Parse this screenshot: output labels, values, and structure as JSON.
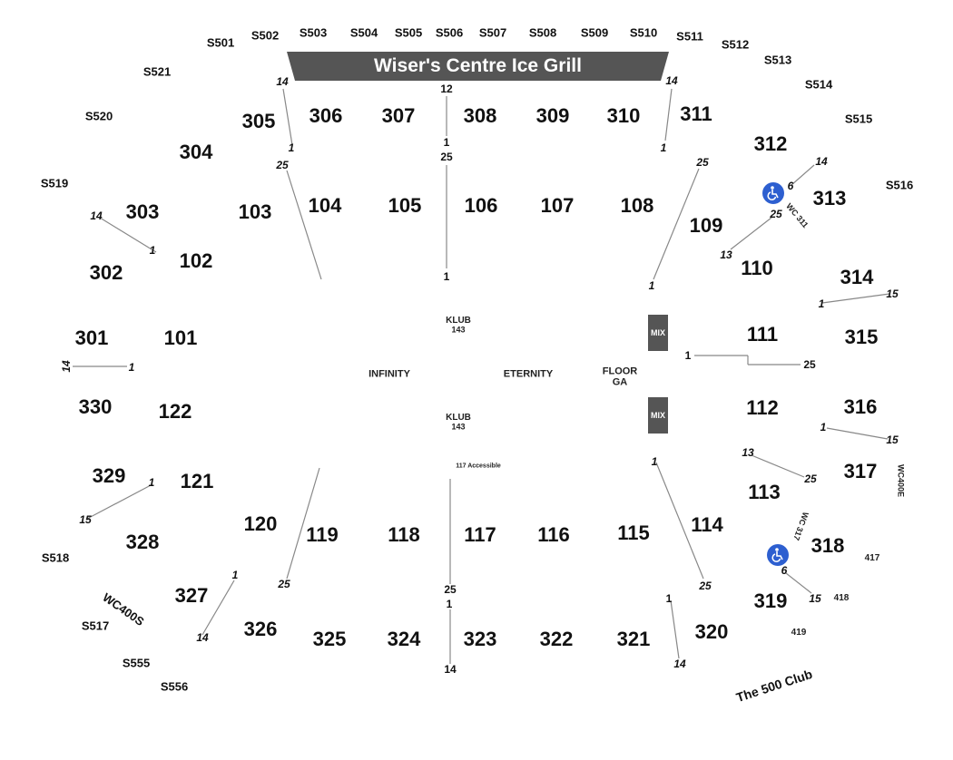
{
  "banner": {
    "title": "Wiser's Centre Ice Grill",
    "color": "#555555"
  },
  "floor": {
    "infinity": "INFINITY",
    "eternity": "ETERNITY",
    "floor_ga_1": "FLOOR",
    "floor_ga_2": "GA",
    "klub_top_1": "KLUB",
    "klub_top_2": "143",
    "klub_bottom_1": "KLUB",
    "klub_bottom_2": "143",
    "accessible_117": "117 Accessible",
    "mix_top": "MIX",
    "mix_bottom": "MIX"
  },
  "sections_100": [
    "101",
    "102",
    "103",
    "104",
    "105",
    "106",
    "107",
    "108",
    "109",
    "110",
    "111",
    "112",
    "113",
    "114",
    "115",
    "116",
    "117",
    "118",
    "119",
    "120",
    "121",
    "122"
  ],
  "sections_300": [
    "301",
    "302",
    "303",
    "304",
    "305",
    "306",
    "307",
    "308",
    "309",
    "310",
    "311",
    "312",
    "313",
    "314",
    "315",
    "316",
    "317",
    "318",
    "319",
    "320",
    "321",
    "322",
    "323",
    "324",
    "325",
    "326",
    "327",
    "328",
    "329",
    "330"
  ],
  "suites": [
    "S501",
    "S502",
    "S503",
    "S504",
    "S505",
    "S506",
    "S507",
    "S508",
    "S509",
    "S510",
    "S511",
    "S512",
    "S513",
    "S514",
    "S515",
    "S516",
    "S517",
    "S518",
    "S519",
    "S520",
    "S521",
    "S555",
    "S556"
  ],
  "labels_400": [
    "417",
    "418",
    "419"
  ],
  "wc_labels": {
    "wc400s": "WC400S",
    "wc400e": "WC400E",
    "wc311": "WC 311",
    "wc317": "WC 317"
  },
  "club_500": "The 500 Club",
  "accessibility": {
    "icon": "wheelchair-icon",
    "color": "#2d5fd0"
  },
  "row_numbers": {
    "r305_top": "14",
    "r305_bottom": "1",
    "r104_top": "25",
    "r307_top": "12",
    "r307_bottom": "1",
    "r106_top": "25",
    "r106_bottom": "1",
    "r311_top": "14",
    "r311_bottom": "1",
    "r109_top": "25",
    "r109_bottom": "1",
    "r313_top": "14",
    "r313_bottom": "6",
    "r110_top": "25",
    "r110_bottom": "13",
    "r303_top": "14",
    "r303_bottom": "1",
    "r314_left": "1",
    "r314_right": "15",
    "r111_left": "1",
    "r111_right": "25",
    "r301_left": "14",
    "r301_right": "1",
    "r316_left": "1",
    "r316_right": "15",
    "r113_left": "13",
    "r113_right": "25",
    "r329_top": "1",
    "r329_bottom": "15",
    "r119_bottom": "25",
    "r117_top": "25",
    "r117_mid": "1",
    "r117_bottom": "14",
    "r114_top": "1",
    "r114_bottom": "25",
    "r318_top": "6",
    "r318_bottom": "15",
    "r327_top": "1",
    "r327_bottom": "14",
    "r320_top": "1",
    "r320_bottom": "14"
  }
}
